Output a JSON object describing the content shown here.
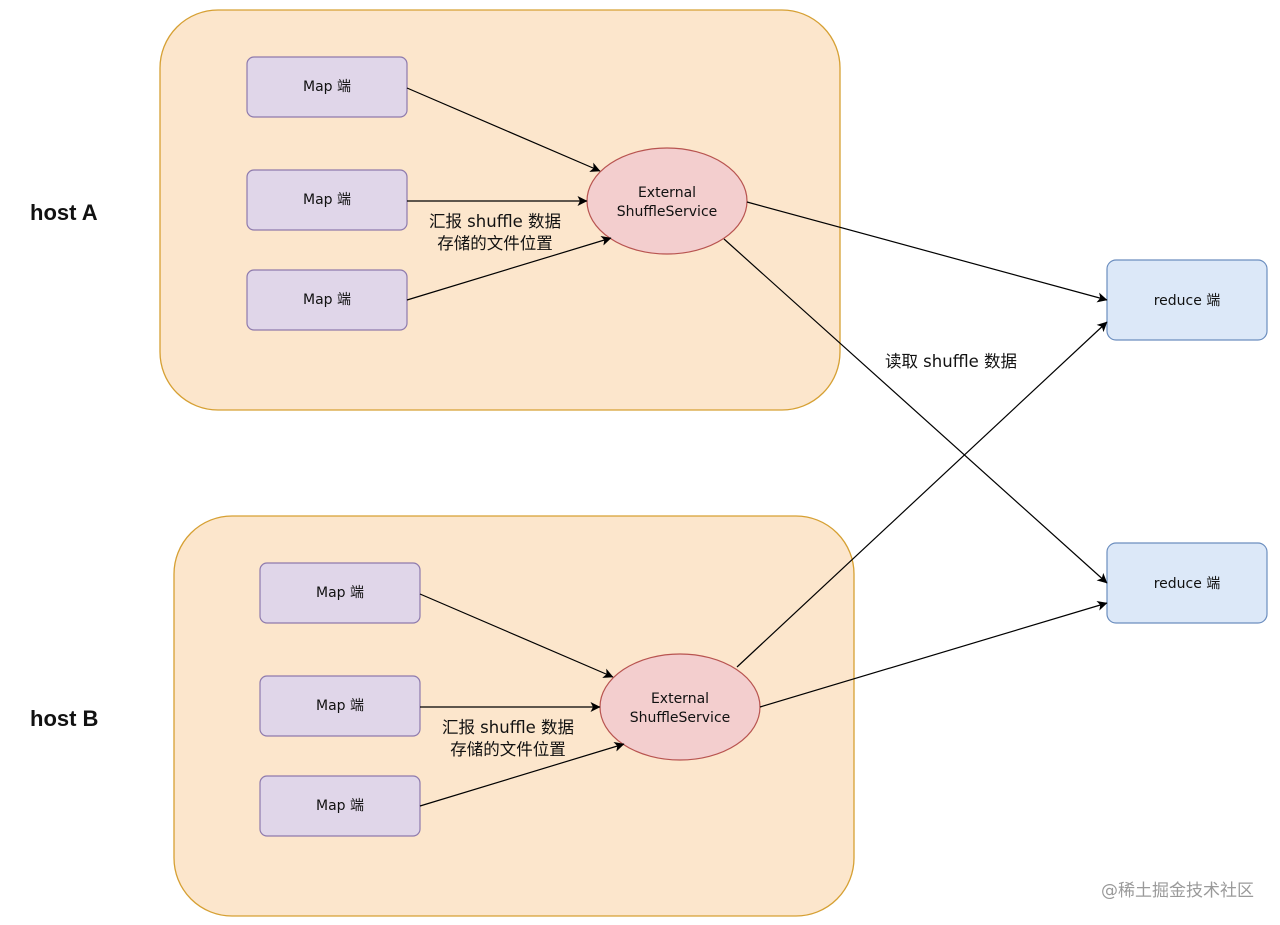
{
  "hosts": [
    {
      "label": "host A",
      "map_nodes": [
        "Map 端",
        "Map 端",
        "Map 端"
      ],
      "service": {
        "line1": "External",
        "line2": "ShuffleService"
      },
      "report_label": {
        "line1": "汇报 shuffle 数据",
        "line2": "存储的文件位置"
      }
    },
    {
      "label": "host B",
      "map_nodes": [
        "Map 端",
        "Map 端",
        "Map 端"
      ],
      "service": {
        "line1": "External",
        "line2": "ShuffleService"
      },
      "report_label": {
        "line1": "汇报 shuffle 数据",
        "line2": "存储的文件位置"
      }
    }
  ],
  "reduce_nodes": [
    "reduce 端",
    "reduce 端"
  ],
  "read_label": "读取 shuffle 数据",
  "watermark": "@稀土掘金技术社区",
  "colors": {
    "host_fill": "#fce6cc",
    "map_fill": "#e0d6e9",
    "service_fill": "#f3cece",
    "reduce_fill": "#dce8f8"
  }
}
